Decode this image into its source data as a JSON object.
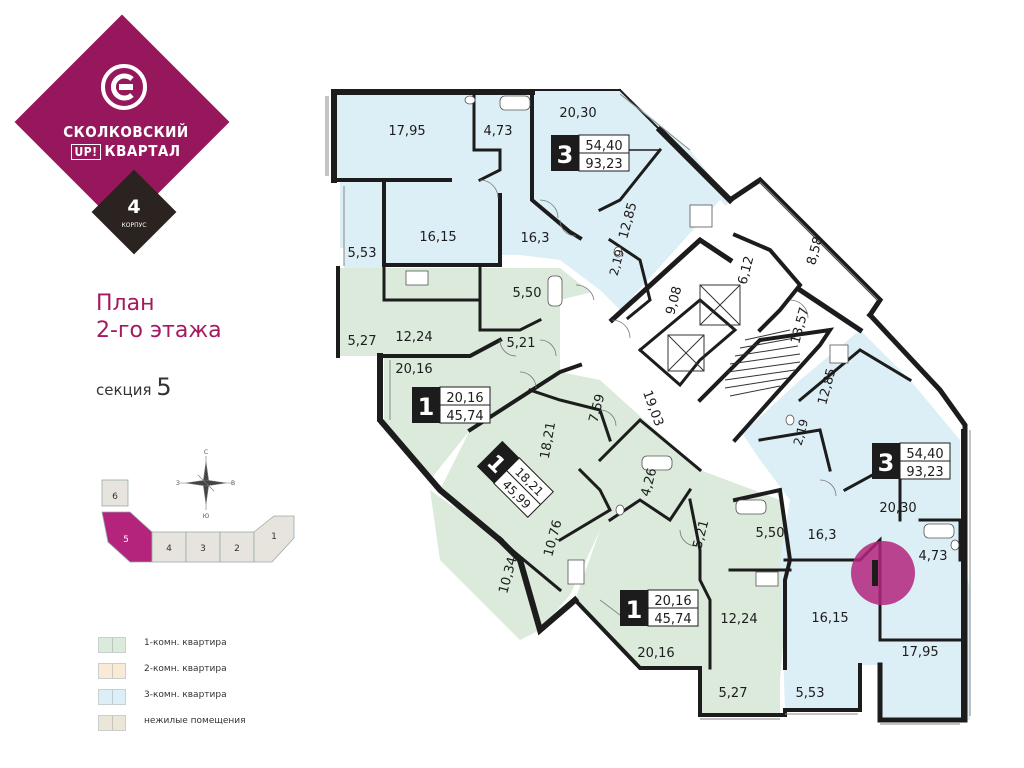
{
  "logo": {
    "line1": "СКОЛКОВСКИЙ",
    "up": "UP!",
    "line2": "КВАРТАЛ",
    "corpus_number": "4",
    "corpus_label": "КОРПУС"
  },
  "plan_title_line1": "План",
  "plan_title_line2": "2-го этажа",
  "section_label": "секция",
  "section_number": "5",
  "colors": {
    "brand": "#96175b",
    "one_room": "#dbeadb",
    "two_room": "#f9ead8",
    "three_room": "#ddeff6",
    "non_residential": "#ebe6d8",
    "wall": "#1c1c1c",
    "highlight": "#b4247c"
  },
  "compass": {
    "n": "С",
    "s": "Ю",
    "w": "З",
    "e": "В"
  },
  "site_map": {
    "sections": [
      "6",
      "5",
      "4",
      "3",
      "2",
      "1"
    ],
    "active": "5"
  },
  "legend": [
    {
      "label": "1-комн. квартира",
      "color_key": "one_room"
    },
    {
      "label": "2-комн. квартира",
      "color_key": "two_room"
    },
    {
      "label": "3-комн. квартира",
      "color_key": "three_room"
    },
    {
      "label": "нежилые помещения",
      "color_key": "non_residential"
    }
  ],
  "apartments": [
    {
      "id": "apt-3-top",
      "rooms": "3",
      "living": "54,40",
      "total": "93,23"
    },
    {
      "id": "apt-3-right",
      "rooms": "3",
      "living": "54,40",
      "total": "93,23"
    },
    {
      "id": "apt-1-left",
      "rooms": "1",
      "living": "20,16",
      "total": "45,74"
    },
    {
      "id": "apt-1-mid",
      "rooms": "1",
      "living": "18,21",
      "total": "45,99"
    },
    {
      "id": "apt-1-bottom",
      "rooms": "1",
      "living": "20,16",
      "total": "45,74"
    }
  ],
  "room_areas": {
    "r1": "17,95",
    "r2": "4,73",
    "r3": "20,30",
    "r4": "16,15",
    "r5": "16,3",
    "r6": "12,85",
    "r7": "2,19",
    "r8": "8,58",
    "r9": "6,12",
    "r10": "5,53",
    "r11": "5,50",
    "r12": "9,08",
    "r13": "13,57",
    "r14": "5,27",
    "r15": "12,24",
    "r16": "5,21",
    "r17": "20,16",
    "r18": "7,59",
    "r19": "19,03",
    "r20": "18,21",
    "r21": "12,85",
    "r22": "2,19",
    "r23": "4,26",
    "r24": "10,76",
    "r25": "10,34",
    "r26": "5,21",
    "r27": "5,50",
    "r28": "20,30",
    "r29": "16,3",
    "r30": "4,73",
    "r31": "12,24",
    "r32": "20,16",
    "r33": "16,15",
    "r34": "17,95",
    "r35": "5,27",
    "r36": "5,53"
  }
}
